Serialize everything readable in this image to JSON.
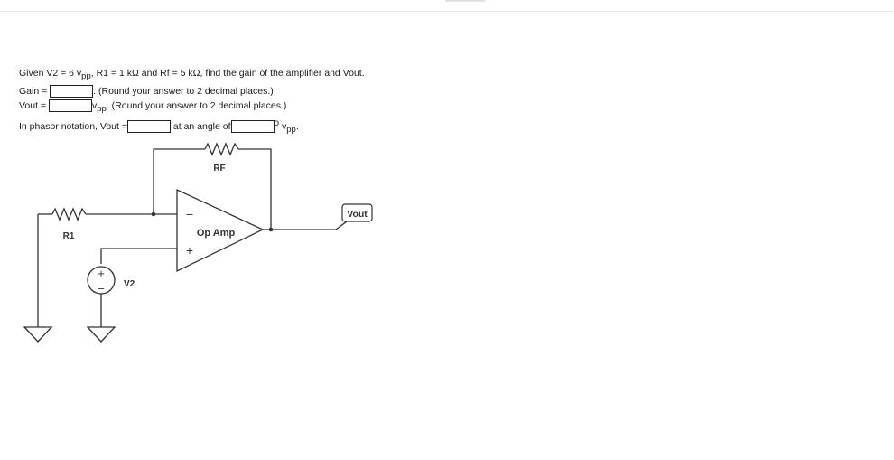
{
  "question": {
    "line1_prefix": "Given V2 = 6 v",
    "line1_sub": "pp",
    "line1_suffix": ", R1 = 1 kΩ and Rf = 5 kΩ, find the gain of the amplifier and Vout.",
    "gain_label": "Gain =",
    "gain_value": "",
    "gain_hint": ". (Round your answer to 2 decimal places.)",
    "vout_label": "Vout =",
    "vout_value": "",
    "vout_unit_v": "v",
    "vout_unit_sub": "pp",
    "vout_hint": ". (Round your answer to 2 decimal places.)",
    "phasor_label": "In phasor notation, Vout =",
    "phasor_value": "",
    "angle_label": "at an angle of",
    "angle_value": "",
    "degree_symbol": "o",
    "phasor_unit_v": "v",
    "phasor_unit_sub": "pp",
    "phasor_unit_end": "."
  },
  "circuit": {
    "rf_label": "RF",
    "r1_label": "R1",
    "v2_label": "V2",
    "opamp_label": "Op Amp",
    "vout_label": "Vout",
    "minus_sign": "−",
    "plus_sign": "+",
    "source_plus": "+",
    "source_minus": "−"
  }
}
